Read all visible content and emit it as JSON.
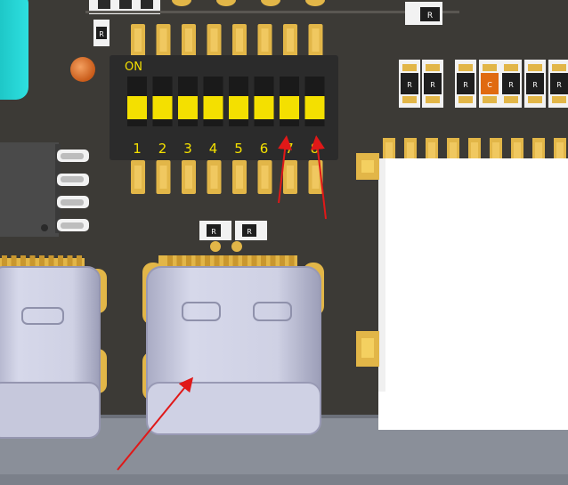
{
  "dip_switch": {
    "on_label": "ON",
    "positions": [
      "1",
      "2",
      "3",
      "4",
      "5",
      "6",
      "7",
      "8"
    ]
  },
  "resistor_label": "R",
  "capacitor_label": "C",
  "colors": {
    "pcb": "#3c3a36",
    "pad_gold": "#e2b648",
    "switch_body": "#2b2b2b",
    "switch_actuator": "#f4e000",
    "usb_shell": "#c9cbe0",
    "arrow": "#e01818",
    "led": "#e07a30",
    "connector_white": "#ffffff",
    "capacitor_orange": "#e06a10"
  }
}
